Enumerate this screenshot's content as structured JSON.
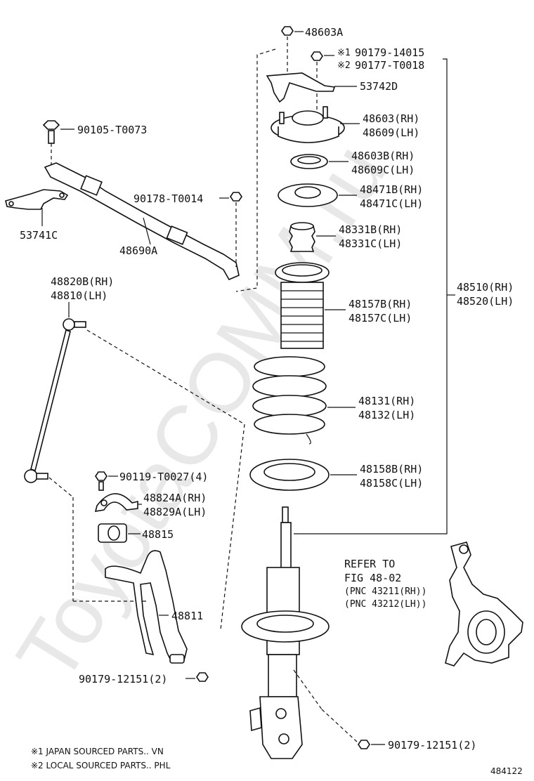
{
  "watermark": "ToyotaCOMM.ru",
  "labels": {
    "p48603A": "48603A",
    "sym1": "※1",
    "sym2": "※2",
    "p90179_14015": "90179-14015",
    "p90177_T0018": "90177-T0018",
    "p53742D": "53742D",
    "p48603": "48603(RH)",
    "p48609": "48609(LH)",
    "p90105": "90105-T0073",
    "p48603B": "48603B(RH)",
    "p48609C": "48609C(LH)",
    "p48471B": "48471B(RH)",
    "p48471C": "48471C(LH)",
    "p90178": "90178-T0014",
    "p53741C": "53741C",
    "p48331B": "48331B(RH)",
    "p48331C": "48331C(LH)",
    "p48690A": "48690A",
    "p48820B": "48820B(RH)",
    "p48810": "48810(LH)",
    "p48510": "48510(RH)",
    "p48520": "48520(LH)",
    "p48157B": "48157B(RH)",
    "p48157C": "48157C(LH)",
    "p48131": "48131(RH)",
    "p48132": "48132(LH)",
    "p48158B": "48158B(RH)",
    "p48158C": "48158C(LH)",
    "p90119": "90119-T0027(4)",
    "p48824A": "48824A(RH)",
    "p48829A": "48829A(LH)",
    "p48815": "48815",
    "refer1": "REFER TO",
    "refer2": "FIG 48-02",
    "refer3": "(PNC 43211(RH))",
    "refer4": "(PNC 43212(LH))",
    "p48811": "48811",
    "p90179_12151a": "90179-12151(2)",
    "p90179_12151b": "90179-12151(2)"
  },
  "footnotes": {
    "n1": "※1 JAPAN SOURCED PARTS.. VN",
    "n2": "※2 LOCAL SOURCED PARTS.. PHL"
  },
  "figure_number": "484122"
}
